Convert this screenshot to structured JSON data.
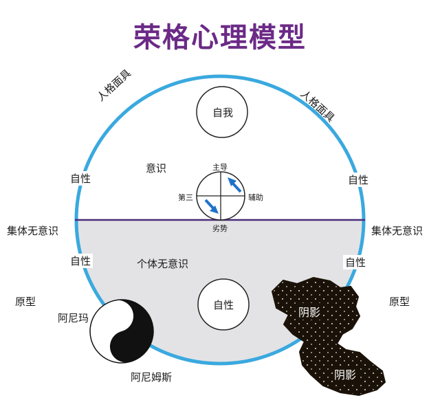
{
  "title": "荣格心理模型",
  "labels": {
    "persona_left": "人格面具",
    "persona_right": "人格面具",
    "self_top": "自我",
    "self_left_upper": "自性",
    "self_right_upper": "自性",
    "consciousness": "意识",
    "dominant": "主导",
    "third": "第三",
    "auxiliary": "辅助",
    "inferior": "劣势",
    "collective_unconscious_left": "集体无意识",
    "collective_unconscious_right": "集体无意识",
    "self_left_lower": "自性",
    "self_right_lower": "自性",
    "personal_unconscious": "个体无意识",
    "archetype_left": "原型",
    "archetype_right": "原型",
    "anima": "阿尼玛",
    "animus": "阿尼姆斯",
    "self_center": "自性",
    "shadow_upper": "阴影",
    "shadow_lower": "阴影"
  },
  "colors": {
    "title": "#6b2a86",
    "outer_circle": "#3aa9df",
    "divider": "#4a2d7a",
    "unconscious_fill": "#e3e3e5",
    "arrow": "#1e73c8",
    "shadow_fill": "#1a1208"
  }
}
